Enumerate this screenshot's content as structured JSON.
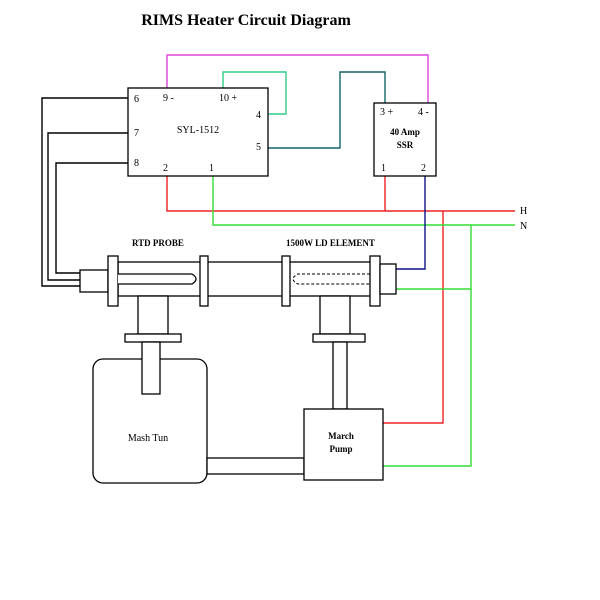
{
  "title": "RIMS Heater Circuit Diagram",
  "controller": {
    "label": "SYL-1512",
    "pins": {
      "p6": "6",
      "p7": "7",
      "p8": "8",
      "p9": "9 -",
      "p10": "10 +",
      "p4": "4",
      "p5": "5",
      "p2": "2",
      "p1": "1"
    }
  },
  "ssr": {
    "line1": "40 Amp",
    "line2": "SSR",
    "pins": {
      "p3": "3 +",
      "p4": "4 -",
      "p1": "1",
      "p2": "2"
    }
  },
  "power": {
    "hot": "H",
    "neutral": "N"
  },
  "rtd_probe": "RTD PROBE",
  "element": "1500W LD ELEMENT",
  "mash_tun": "Mash Tun",
  "pump": {
    "line1": "March",
    "line2": "Pump"
  },
  "colors": {
    "hot": "#ee2222",
    "neutral": "#33dd33",
    "magenta": "#dd44dd",
    "teal_green": "#33cc88",
    "dark_teal": "#116666",
    "navy": "#111188",
    "black": "#000000"
  }
}
